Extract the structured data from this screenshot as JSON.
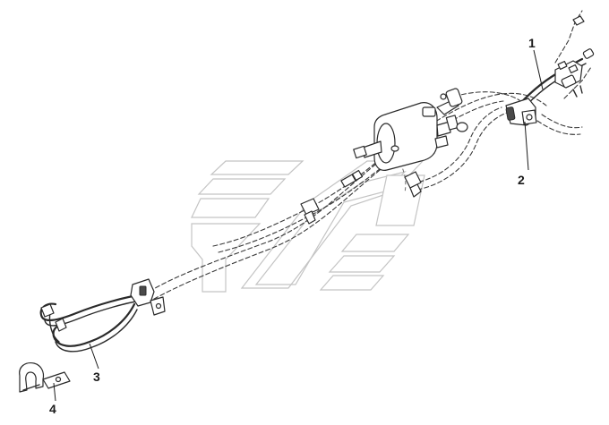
{
  "callouts": [
    {
      "num": "1"
    },
    {
      "num": "2"
    },
    {
      "num": "3"
    },
    {
      "num": "4"
    }
  ],
  "colors": {
    "line": "#2a2a2a",
    "watermark": "#c4c4c4",
    "background": "#ffffff"
  }
}
